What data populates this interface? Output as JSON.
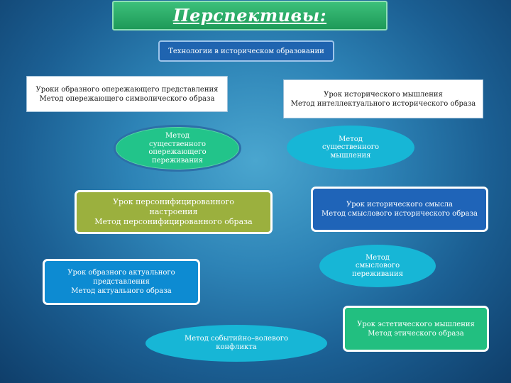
{
  "title": "Перспективы:",
  "tech": "Технологии в историческом образовании",
  "box_figurative_anticipating": {
    "line1": "Уроки образного опережающего представления",
    "line2": "Метод опережающего символического образа"
  },
  "box_historical_thinking": {
    "line1": "Урок исторического мышления",
    "line2": "Метод интеллектуального исторического образа"
  },
  "ellipse_essential_anticipating": {
    "line1": "Метод",
    "line2": "существенного",
    "line3": "опережающего",
    "line4": "переживания"
  },
  "ellipse_essential_thinking": {
    "line1": "Метод",
    "line2": "существенного",
    "line3": "мышления"
  },
  "box_personified": {
    "line1": "Урок персонифицированного",
    "line2": "настроения",
    "line3": "Метод персонифицированного образа"
  },
  "box_historical_meaning": {
    "line1": "Урок исторического смысла",
    "line2": "Метод смыслового исторического образа"
  },
  "box_figurative_actual": {
    "line1": "Урок образного актуального",
    "line2": "представления",
    "line3": "Метод актуального образа"
  },
  "ellipse_meaning_experience": {
    "line1": "Метод",
    "line2": "смыслового",
    "line3": "переживания"
  },
  "box_aesthetic": {
    "line1": "Урок эстетического мышления",
    "line2": "Метод этического образа"
  },
  "ellipse_event_volitional": {
    "line1": "Метод событийно–волевого",
    "line2": "конфликта"
  }
}
